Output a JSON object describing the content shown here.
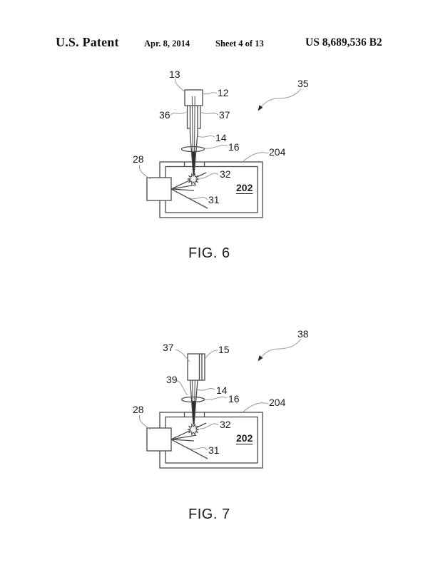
{
  "header": {
    "title": "U.S. Patent",
    "date": "Apr. 8, 2014",
    "sheet": "Sheet 4 of 13",
    "patent_number": "US 8,689,536 B2"
  },
  "figures": [
    {
      "caption": "FIG. 6",
      "labels": {
        "n13": "13",
        "n12": "12",
        "n36": "36",
        "n37": "37",
        "n14": "14",
        "n16": "16",
        "n35": "35",
        "n204": "204",
        "n28": "28",
        "n32": "32",
        "n202": "202",
        "n31": "31"
      }
    },
    {
      "caption": "FIG. 7",
      "labels": {
        "n37": "37",
        "n15": "15",
        "n39": "39",
        "n14": "14",
        "n16": "16",
        "n38": "38",
        "n204": "204",
        "n28": "28",
        "n32": "32",
        "n202": "202",
        "n31": "31"
      }
    }
  ]
}
